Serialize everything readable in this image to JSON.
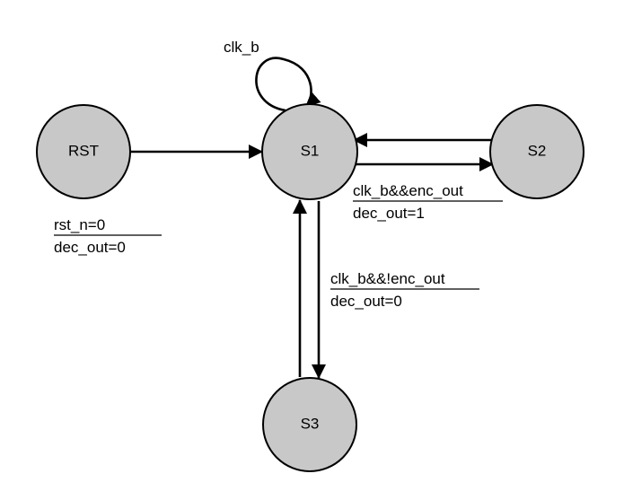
{
  "diagram": {
    "states": {
      "rst": "RST",
      "s1": "S1",
      "s2": "S2",
      "s3": "S3"
    },
    "self_loop_label": "clk_b",
    "reset_label": {
      "condition": "rst_n=0",
      "output": "dec_out=0"
    },
    "s1_to_s2_label": {
      "condition": "clk_b&&enc_out",
      "output": "dec_out=1"
    },
    "s1_to_s3_label": {
      "condition": "clk_b&&!enc_out",
      "output": "dec_out=0"
    },
    "colors": {
      "state_fill": "#c8c8c8",
      "stroke": "#000000"
    }
  }
}
